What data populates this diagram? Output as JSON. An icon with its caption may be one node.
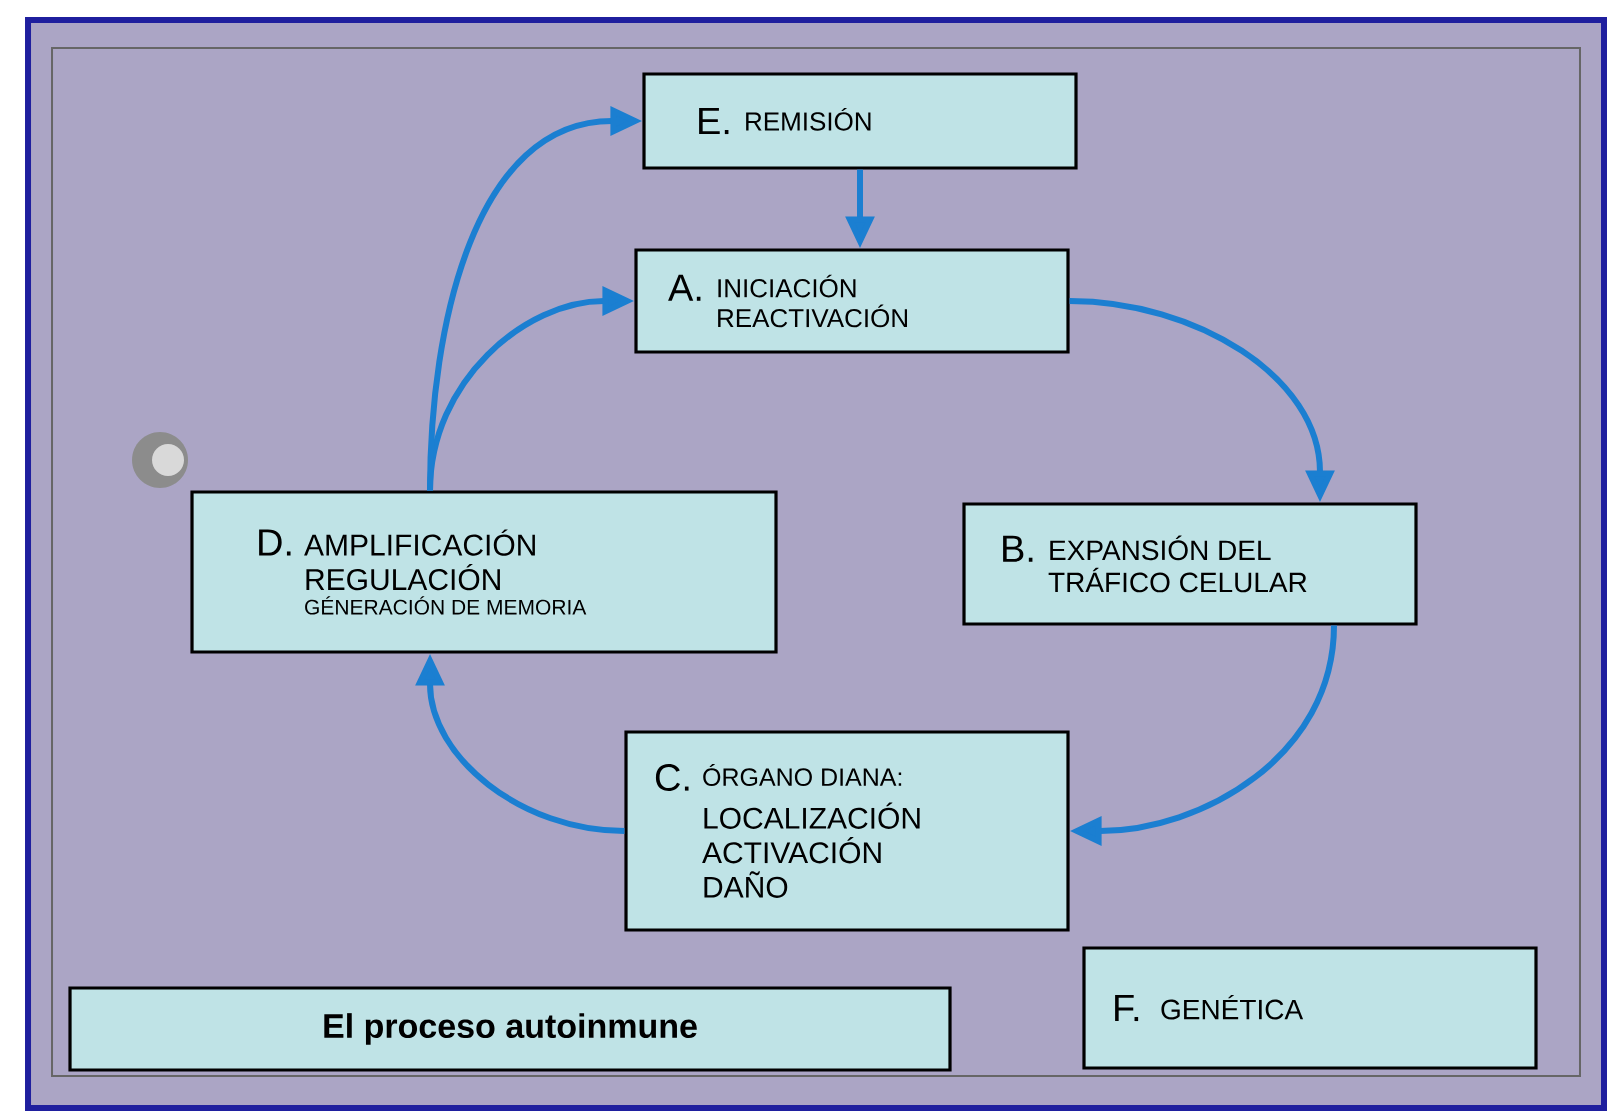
{
  "diagram": {
    "nodes": [
      {
        "text": [
          "E.",
          "REMISIÓN"
        ]
      },
      {
        "text": [
          "A.",
          "INICIACIÓN REACTIVACIÓN"
        ]
      },
      {
        "text": [
          "D.",
          "AMPLIFICACIÓN REGULACIÓN",
          "GÉNERACIÓN DE MEMORIA"
        ]
      },
      {
        "text": [
          "B.",
          "EXPANSIÓN DEL TRÁFICO CELULAR"
        ]
      },
      {
        "text": [
          "C.",
          "ÓRGANO DIANA:",
          "LOCALIZACIÓN ACTIVACIÓN DAÑO"
        ]
      },
      {
        "text": [
          "El proceso autoinmune"
        ]
      },
      {
        "text": [
          "F.",
          "GENÉTICA"
        ]
      }
    ],
    "edges": [
      {
        "from": 0,
        "to": 1,
        "arrow": "to"
      },
      {
        "from": 1,
        "to": 3,
        "arrow": "to"
      },
      {
        "from": 3,
        "to": 4,
        "arrow": "to"
      },
      {
        "from": 4,
        "to": 2,
        "arrow": "to"
      },
      {
        "from": 2,
        "to": 1,
        "arrow": "to"
      },
      {
        "from": 2,
        "to": 0,
        "arrow": "to"
      }
    ]
  }
}
